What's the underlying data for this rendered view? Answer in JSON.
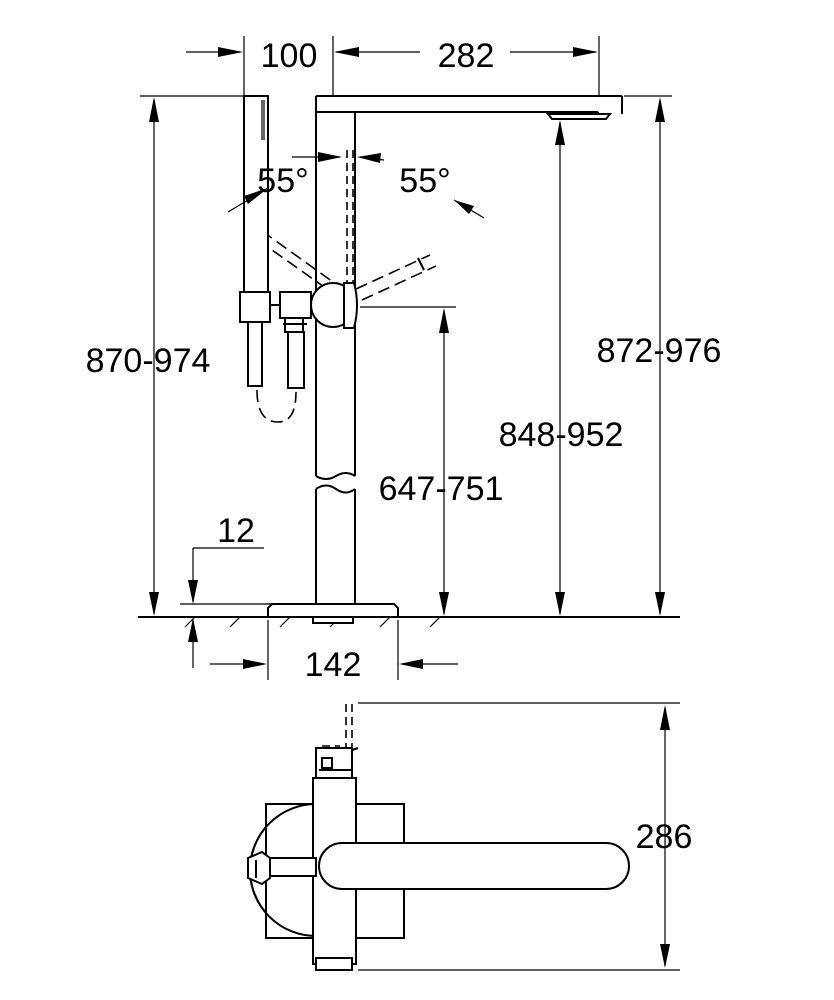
{
  "drawing": {
    "dimensions": {
      "spout_reach": "282",
      "handshower_offset": "100",
      "rotation_left": "55°",
      "rotation_right": "55°",
      "total_height": "870-974",
      "spout_top_height": "872-976",
      "spout_outlet_height": "848-952",
      "mixer_height": "647-751",
      "plate_thickness": "12",
      "plate_width": "142",
      "plan_depth": "286"
    }
  }
}
